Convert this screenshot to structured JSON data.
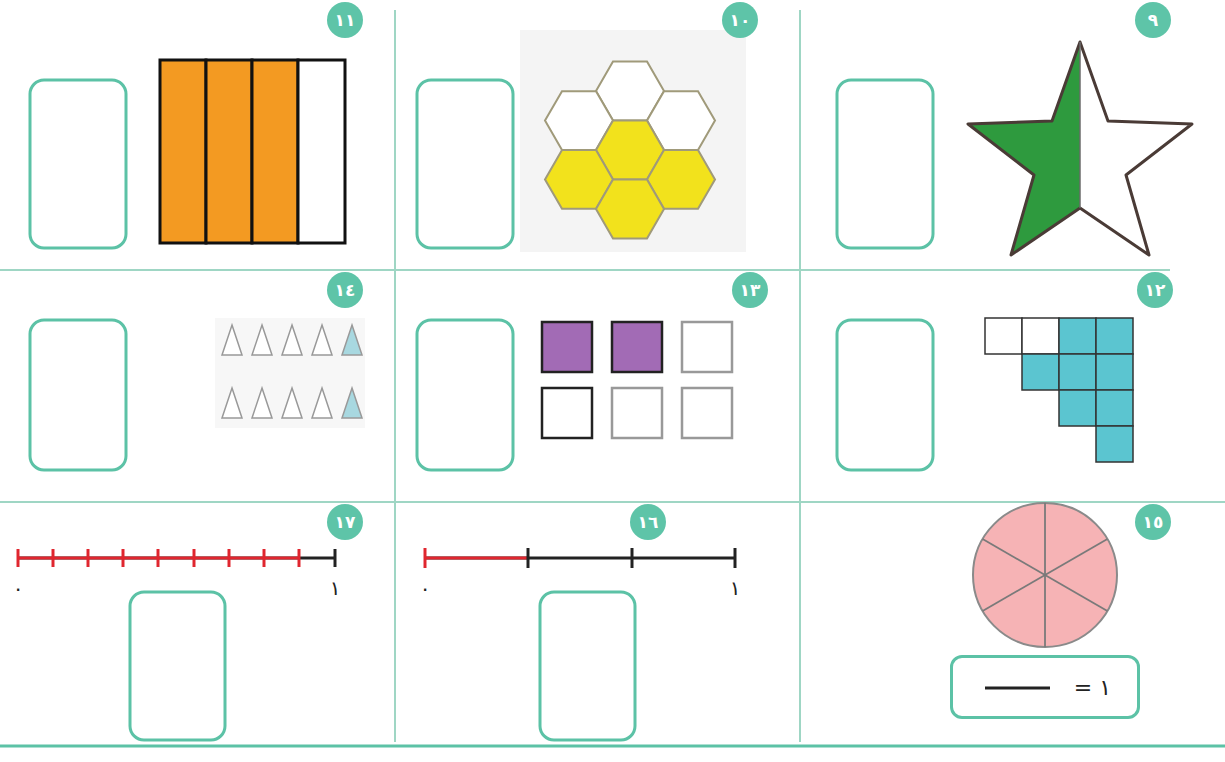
{
  "diagram": {
    "nodes": [
      {
        "text": [
          "٩"
        ]
      },
      {
        "text": [
          "١٠"
        ]
      },
      {
        "text": [
          "١١"
        ]
      },
      {
        "text": [
          "١٢"
        ]
      },
      {
        "text": [
          "١٣"
        ]
      },
      {
        "text": [
          "١٤"
        ]
      },
      {
        "text": [
          "١٥"
        ]
      },
      {
        "text": [
          "١ ="
        ]
      },
      {
        "text": [
          "١٦"
        ]
      },
      {
        "text": [
          "١٧"
        ]
      }
    ],
    "labels": [
      "٠",
      "١",
      "٠",
      "١"
    ]
  }
}
